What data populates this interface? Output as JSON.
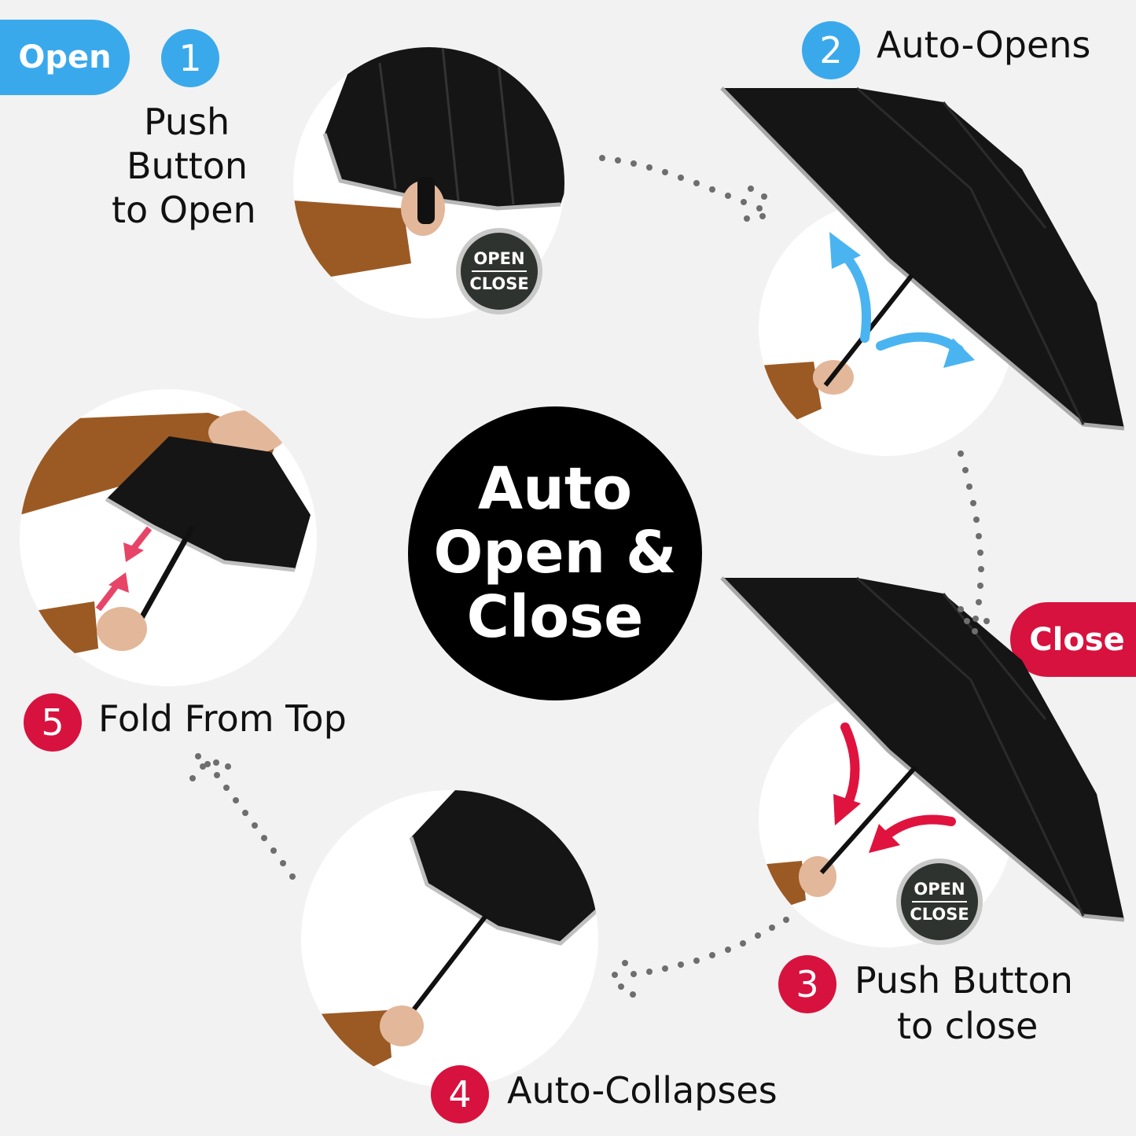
{
  "labels": {
    "open_pill": "Open",
    "close_pill": "Close",
    "center_line1": "Auto",
    "center_line2": "Open &",
    "center_line3": "Close"
  },
  "steps": [
    {
      "number": "1",
      "text_line1": "Push",
      "text_line2": "Button",
      "text_line3": "to Open"
    },
    {
      "number": "2",
      "text": "Auto-Opens"
    },
    {
      "number": "3",
      "text_line1": "Push Button",
      "text_line2": "to close"
    },
    {
      "number": "4",
      "text": "Auto-Collapses"
    },
    {
      "number": "5",
      "text": "Fold From Top"
    }
  ],
  "button_badge": {
    "top": "OPEN",
    "bottom": "CLOSE"
  },
  "colors": {
    "open_blue": "#3aa9ec",
    "close_red": "#d7123e",
    "background": "#f2f2f2",
    "umbrella": "#151515",
    "sleeve": "#9b5a24"
  }
}
